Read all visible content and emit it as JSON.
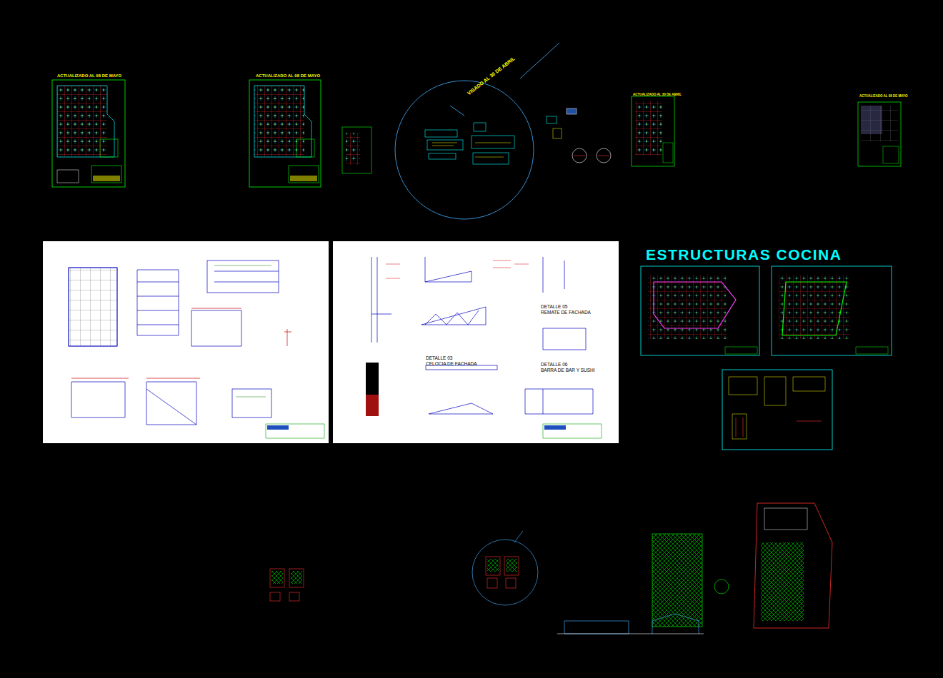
{
  "diagram": {
    "title": "ESTRUCTURAS COCINA",
    "labels": [
      "ACTUALIZADO AL 08 DE MAYO",
      "ACTUALIZADO AL 08 DE MAYO",
      "VISADO AL 30 DE ABRIL",
      "ACTUALIZADO AL 30 DE ABRIL",
      "ACTUALIZADO AL 08 DE MAYO",
      "DETALLE 03",
      "CELOCIA DE FACHADA",
      "DETALLE 05",
      "REMATE DE FACHADA",
      "DETALLE 06",
      "BARRA DE BAR Y SUSHI"
    ]
  }
}
